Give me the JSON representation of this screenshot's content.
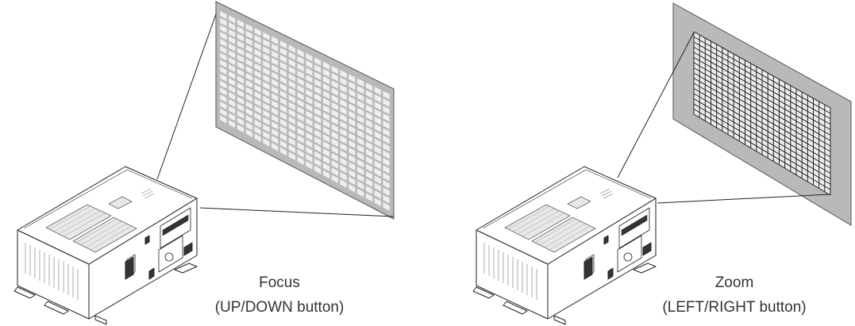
{
  "panels": [
    {
      "name": "focus",
      "title": "Focus",
      "subtitle": "(UP/DOWN button)"
    },
    {
      "name": "zoom",
      "title": "Zoom",
      "subtitle": "(LEFT/RIGHT button)"
    }
  ],
  "colors": {
    "line": "#222222",
    "screen_gray": "#b7b7b7",
    "cell_light": "#ebebeb",
    "text": "#333333"
  }
}
